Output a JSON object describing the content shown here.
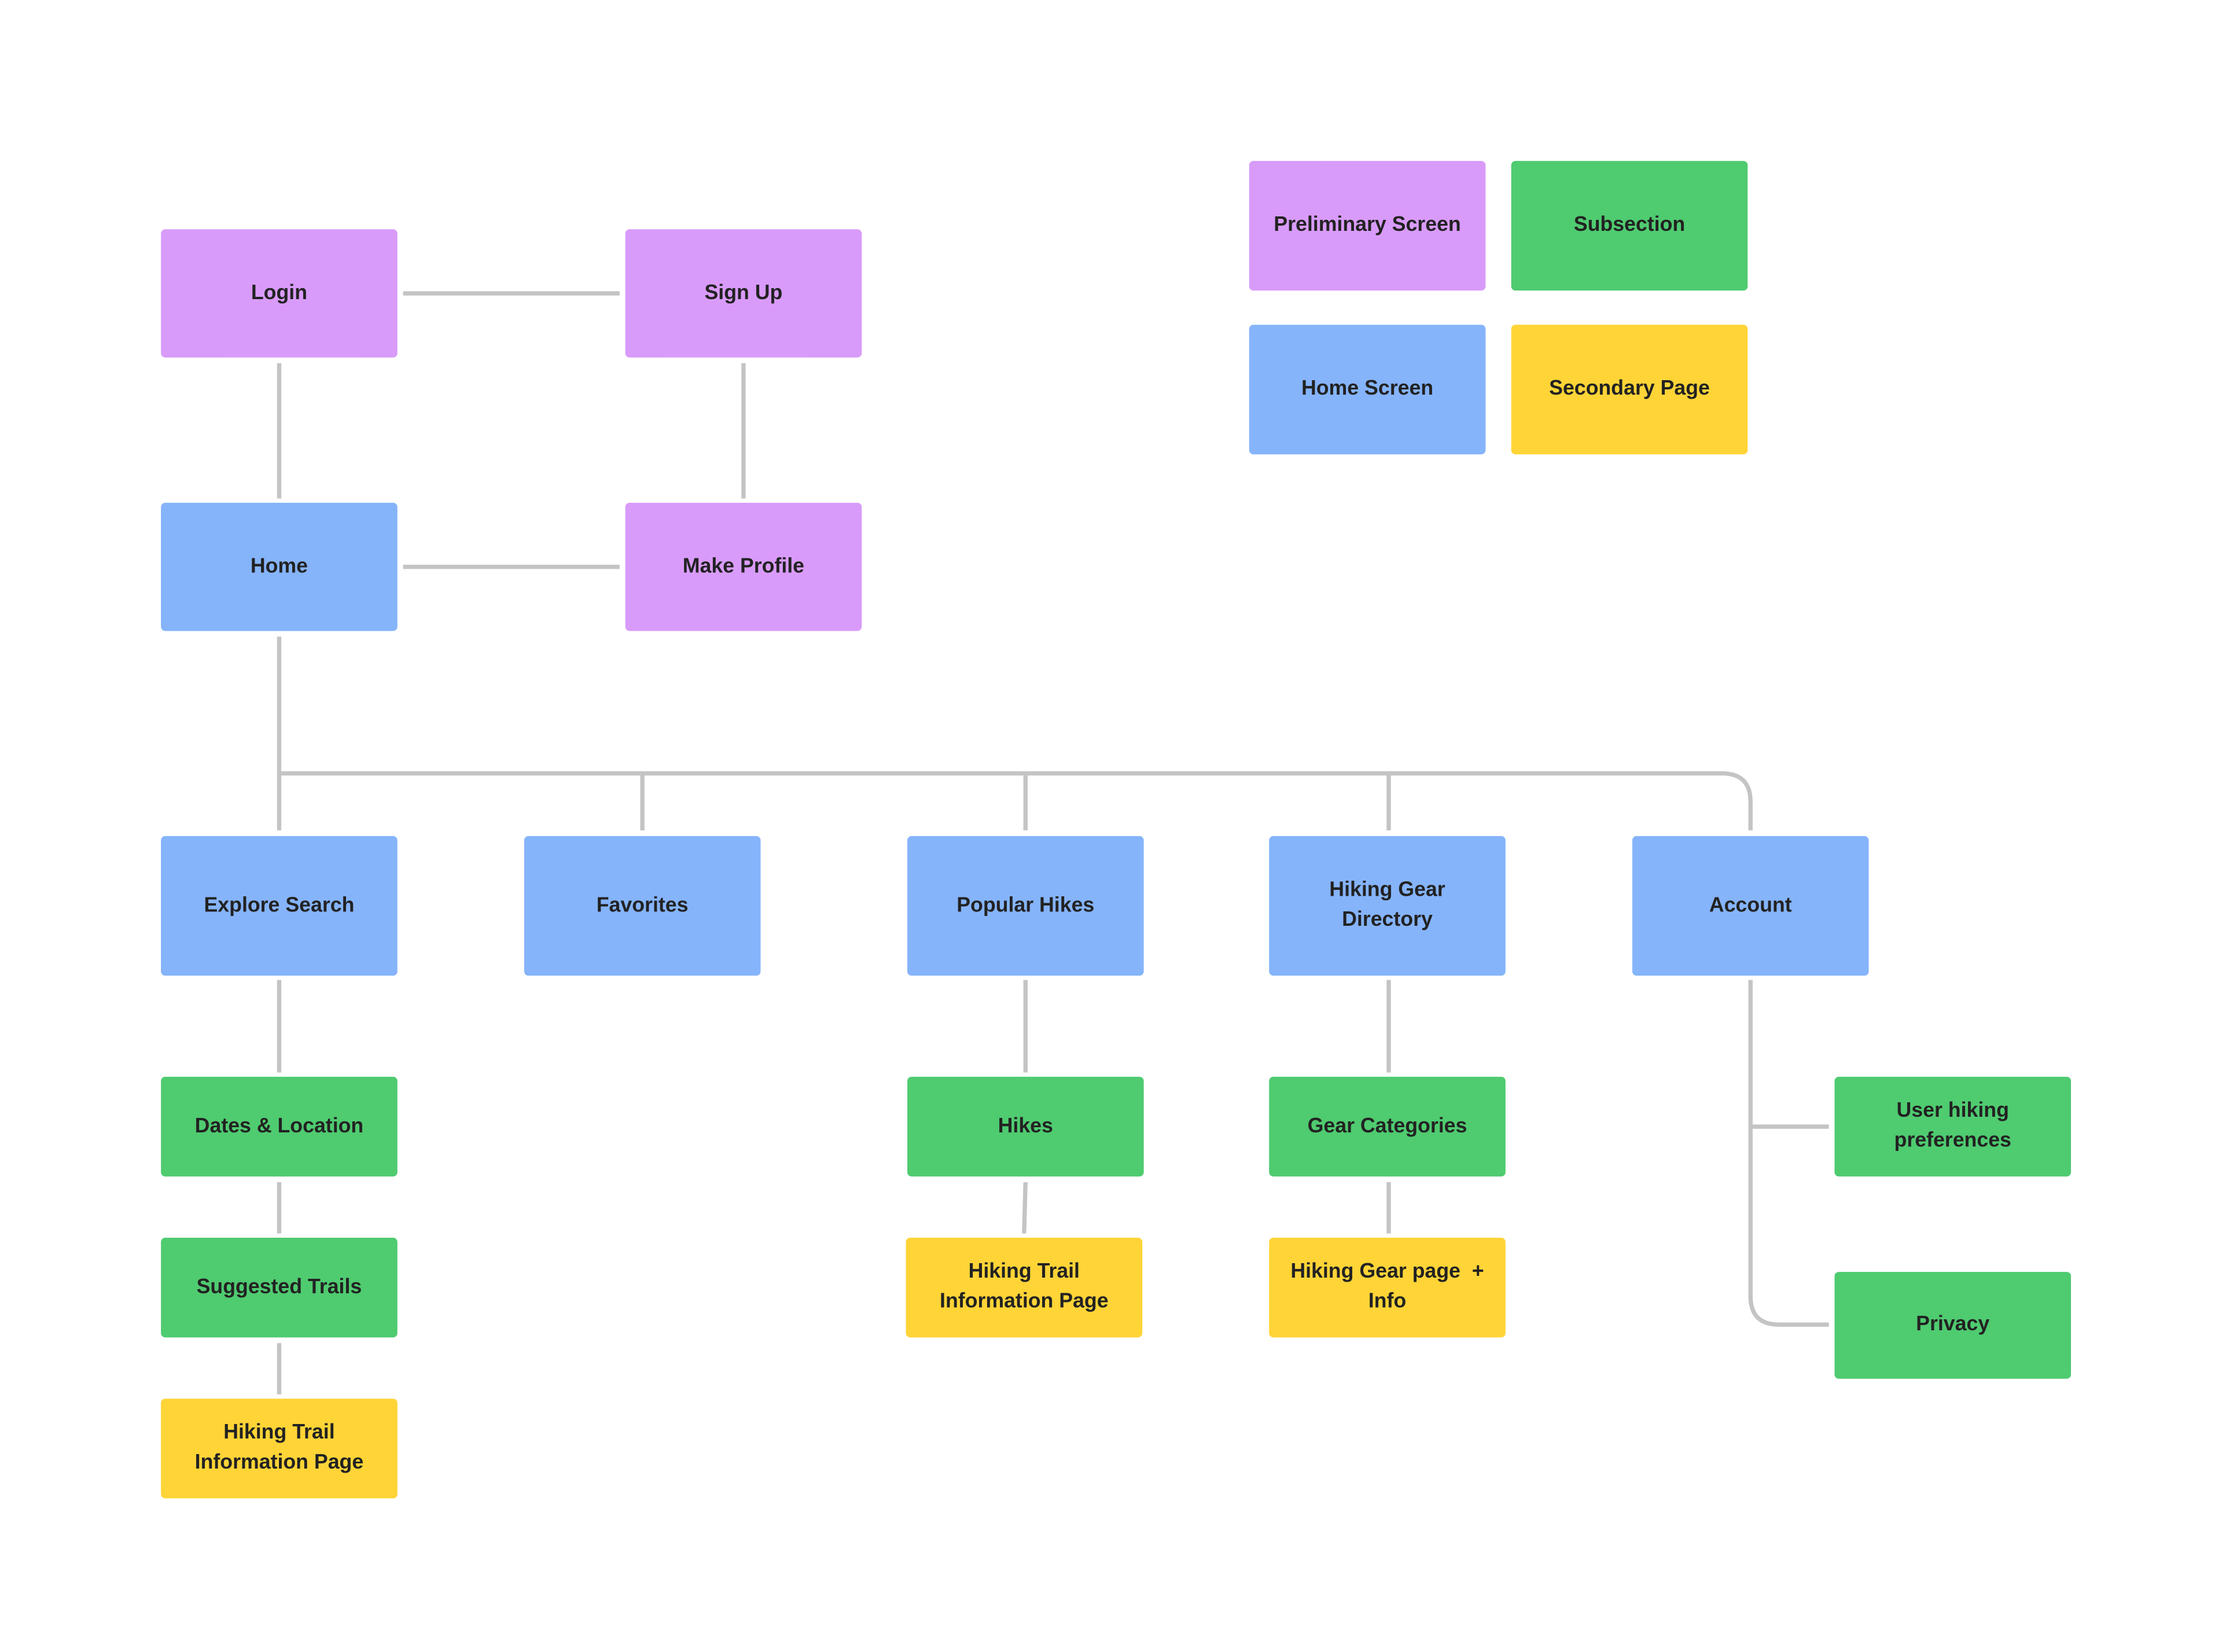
{
  "colors": {
    "preliminary": "#D99BFA",
    "home": "#85B4FB",
    "subsection": "#4FCB70",
    "secondary": "#FFD437",
    "connector": "#C4C4C4"
  },
  "legend": {
    "preliminary": "Preliminary Screen",
    "subsection": "Subsection",
    "home": "Home Screen",
    "secondary": "Secondary Page"
  },
  "nodes": {
    "login": "Login",
    "signup": "Sign Up",
    "home": "Home",
    "make_profile": "Make Profile",
    "explore_search": "Explore Search",
    "favorites": "Favorites",
    "popular_hikes": "Popular Hikes",
    "hiking_gear_directory": "Hiking Gear Directory",
    "account": "Account",
    "dates_location": "Dates & Location",
    "suggested_trails": "Suggested Trails",
    "trail_info_explore": "Hiking Trail Information Page",
    "hikes": "Hikes",
    "trail_info_popular": "Hiking Trail Information Page",
    "gear_categories": "Gear Categories",
    "gear_page_info": "Hiking Gear page  + Info",
    "user_preferences": "User hiking preferences",
    "privacy": "Privacy"
  }
}
